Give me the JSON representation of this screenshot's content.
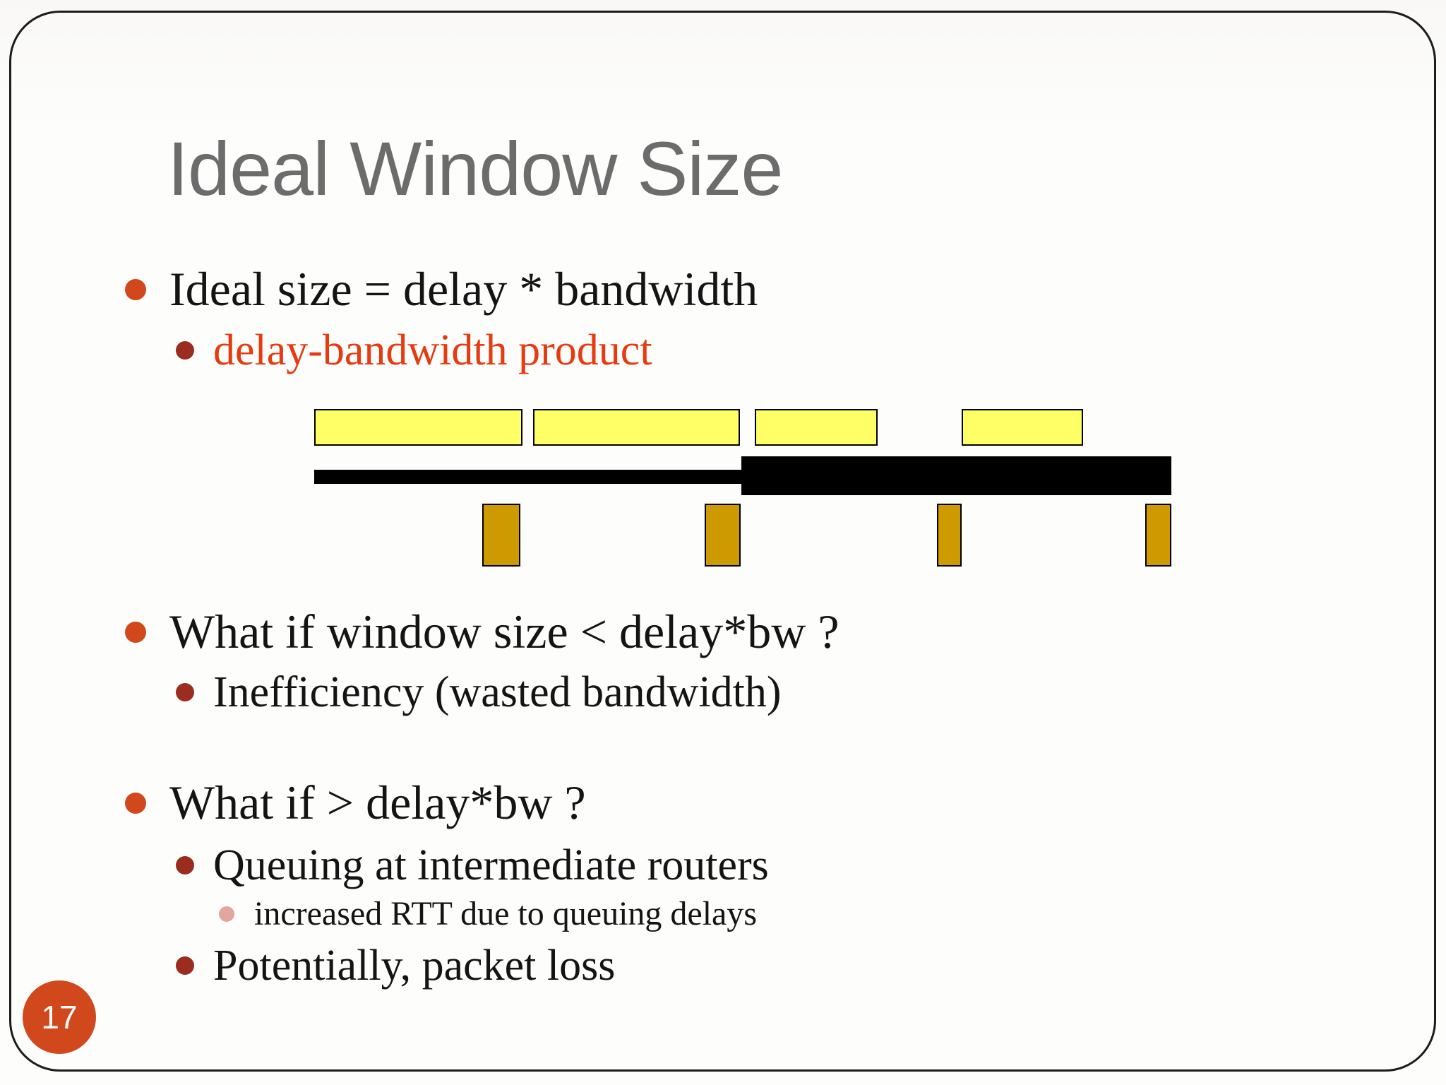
{
  "slide": {
    "title": "Ideal Window Size",
    "page_number": "17",
    "bullets": [
      {
        "level": 1,
        "text": "Ideal size = delay * bandwidth"
      },
      {
        "level": 2,
        "text": "delay-bandwidth product",
        "emphasis": "red"
      },
      {
        "level": 1,
        "text": "What if window size < delay*bw ?"
      },
      {
        "level": 2,
        "text": "Inefficiency (wasted bandwidth)"
      },
      {
        "level": 1,
        "text": "What if > delay*bw ?"
      },
      {
        "level": 2,
        "text": "Queuing at intermediate routers"
      },
      {
        "level": 3,
        "text": "increased RTT due to queuing delays"
      },
      {
        "level": 2,
        "text": "Potentially, packet loss"
      }
    ],
    "diagram": {
      "window_segment_count": 4,
      "ack_box_count": 4,
      "colors": {
        "window_segment_fill": "#FFFF66",
        "ack_box_fill": "#CE9A02",
        "link_bar": "#000000"
      }
    },
    "colors": {
      "title_text": "#6C6C6C",
      "body_text": "#141414",
      "red_text": "#E63B11",
      "bullet_level1": "#D0481B",
      "bullet_level2": "#9A2D1F",
      "bullet_level3": "#E2A69F",
      "page_badge_background": "#D0481B",
      "page_badge_text": "#FBFBFB",
      "slide_background": "#FCFBFA",
      "frame_border": "#1C1C1C"
    }
  }
}
